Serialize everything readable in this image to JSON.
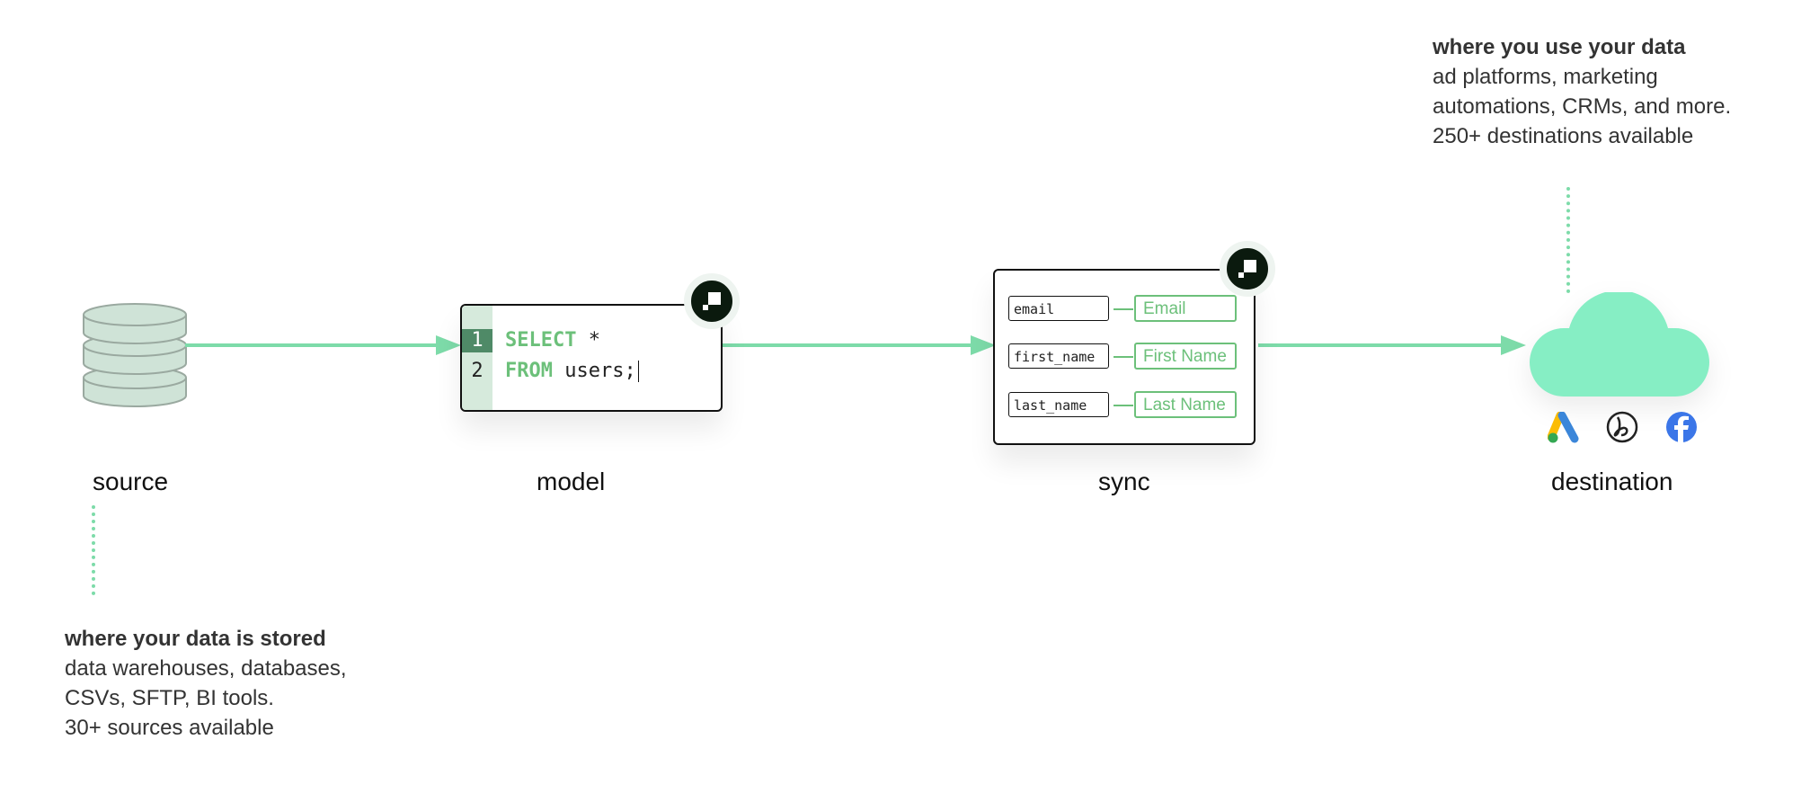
{
  "stages": {
    "source": "source",
    "model": "model",
    "sync": "sync",
    "destination": "destination"
  },
  "source_note": {
    "title": "where your data is stored",
    "lines": [
      "data warehouses, databases,",
      "CSVs, SFTP, BI tools.",
      "30+ sources available"
    ]
  },
  "destination_note": {
    "title": "where you use your data",
    "lines": [
      "ad platforms, marketing",
      "automations, CRMs, and more.",
      "250+ destinations available"
    ]
  },
  "model_code": {
    "lines": [
      {
        "num": "1",
        "keyword": "SELECT",
        "rest": " *"
      },
      {
        "num": "2",
        "keyword": "FROM",
        "rest": " users;"
      }
    ]
  },
  "sync_mappings": [
    {
      "source": "email",
      "destination": "Email"
    },
    {
      "source": "first_name",
      "destination": "First Name"
    },
    {
      "source": "last_name",
      "destination": "Last Name"
    }
  ],
  "destination_icons": [
    "google-ads-icon",
    "braze-icon",
    "facebook-icon"
  ],
  "colors": {
    "accent": "#7ddba9",
    "cloud": "#86eec4",
    "mapping_green": "#6cc07a",
    "db": "#cfe3d7"
  }
}
